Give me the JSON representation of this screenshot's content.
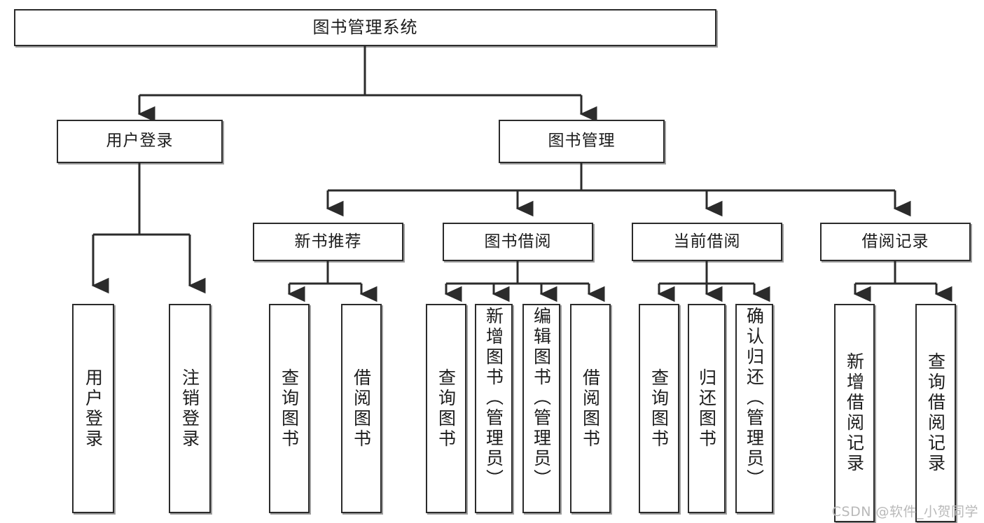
{
  "diagram": {
    "title": "图书管理系统",
    "type": "tree",
    "root": {
      "label": "图书管理系统"
    },
    "level1": [
      {
        "label": "用户登录"
      },
      {
        "label": "图书管理"
      }
    ],
    "level2": [
      {
        "label": "新书推荐"
      },
      {
        "label": "图书借阅"
      },
      {
        "label": "当前借阅"
      },
      {
        "label": "借阅记录"
      }
    ],
    "leaves": {
      "user_login": [
        {
          "label": "用户登录"
        },
        {
          "label": "注销登录"
        }
      ],
      "new_book_recommend": [
        {
          "label": "查询图书"
        },
        {
          "label": "借阅图书"
        }
      ],
      "book_borrow": [
        {
          "label": "查询图书"
        },
        {
          "label": "新增图书（管理员）"
        },
        {
          "label": "编辑图书（管理员）"
        },
        {
          "label": "借阅图书"
        }
      ],
      "current_borrow": [
        {
          "label": "查询图书"
        },
        {
          "label": "归还图书"
        },
        {
          "label": "确认归还（管理员）"
        }
      ],
      "borrow_record": [
        {
          "label": "新增借阅记录"
        },
        {
          "label": "查询借阅记录"
        }
      ]
    }
  },
  "watermark": {
    "text": "CSDN @软件_小贺同学"
  },
  "colors": {
    "stroke": "#2b2b2b",
    "fill": "#ffffff",
    "text": "#1c1c1c",
    "watermark": "#b9b9b9"
  }
}
